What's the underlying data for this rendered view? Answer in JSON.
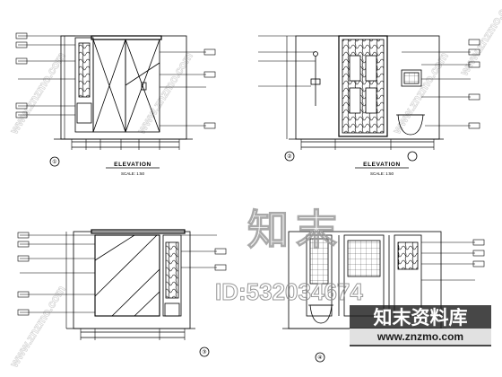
{
  "drawing": {
    "title_top_left": "ELEVATION",
    "title_top_right": "ELEVATION",
    "scale_note": "SCALE: 1:50",
    "elevation_marks": [
      "①",
      "②",
      "③",
      "④"
    ]
  },
  "watermarks": {
    "logo_cn": "知末",
    "id_text": "ID:532034674",
    "brand_cn": "知末资料库",
    "brand_url": "www.znzmo.com",
    "side_text": "www.znzmo.com"
  }
}
